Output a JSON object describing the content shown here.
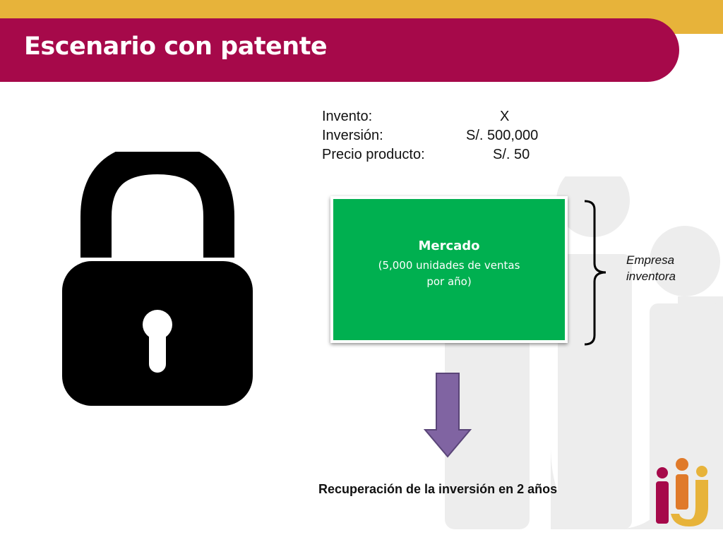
{
  "slide": {
    "title": "Escenario con patente"
  },
  "info": {
    "rows": [
      {
        "label": "Invento:",
        "value": "X"
      },
      {
        "label": "Inversión:",
        "value": "S/. 500,000"
      },
      {
        "label": "Precio producto:",
        "value": "S/. 50"
      }
    ]
  },
  "market": {
    "title": "Mercado",
    "description_line1": "(5,000 unidades de ventas",
    "description_line2": "por año)"
  },
  "company": {
    "line1": "Empresa",
    "line2": "inventora"
  },
  "conclusion": {
    "text": "Recuperación de la inversión en 2 años"
  },
  "colors": {
    "title_band": "#a6094a",
    "top_strip": "#e7b33a",
    "market_box": "#00b050",
    "arrow": "#8064a2",
    "watermark": "#ededed",
    "logo_maroon": "#a6094a",
    "logo_orange": "#e07a2a",
    "logo_yellow": "#e7b33a"
  },
  "icons": {
    "lock": "padlock-icon",
    "arrow": "down-arrow-icon",
    "brace": "right-curly-brace",
    "logo": "university-logo"
  }
}
